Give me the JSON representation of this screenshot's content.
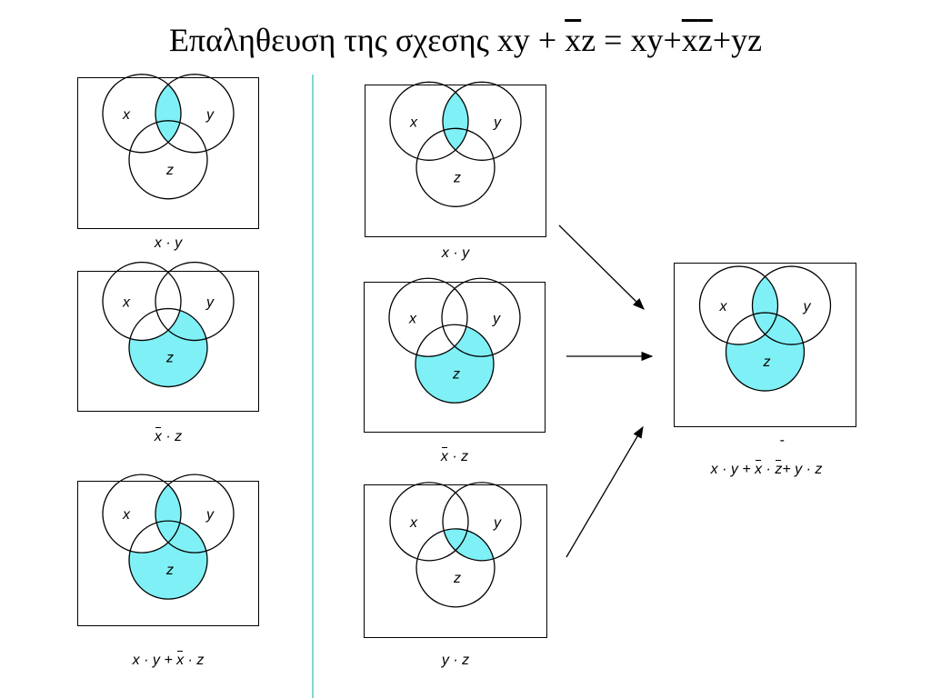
{
  "title": {
    "prefix": "Επαληθευση της σχεσης xy + ",
    "x_bar_1": "x",
    "mid1": "z = xy+",
    "x_bar_2": "x",
    "z_bar": "z",
    "suffix": "+yz"
  },
  "venn_labels": {
    "x": "x",
    "y": "y",
    "z": "z"
  },
  "colors": {
    "fill": "#7ff0f5",
    "stroke": "#000000",
    "divider": "#7fd8c8"
  },
  "panels": [
    {
      "id": "left-xy",
      "shaded": [
        "x·y"
      ],
      "caption": {
        "parts": [
          "x",
          " · y"
        ],
        "bar": []
      }
    },
    {
      "id": "left-xnz",
      "shaded": [
        "x'·z"
      ],
      "caption": {
        "parts": [
          "x",
          " · z"
        ],
        "bar": [
          0
        ]
      }
    },
    {
      "id": "left-sum",
      "shaded": [
        "x·y",
        "x'·z"
      ],
      "caption": {
        "parts": [
          "x · y + ",
          "x",
          " · z"
        ],
        "bar": [
          1
        ]
      }
    },
    {
      "id": "mid-xy",
      "shaded": [
        "x·y"
      ],
      "caption": {
        "parts": [
          "x",
          " · y"
        ],
        "bar": []
      }
    },
    {
      "id": "mid-xnz",
      "shaded": [
        "x'·z"
      ],
      "caption": {
        "parts": [
          "x",
          " · z"
        ],
        "bar": [
          0
        ]
      }
    },
    {
      "id": "mid-yz",
      "shaded": [
        "y·z"
      ],
      "caption": {
        "parts": [
          "y · z"
        ],
        "bar": []
      }
    },
    {
      "id": "result",
      "shaded": [
        "x·y",
        "x'·z"
      ],
      "caption": {
        "parts": [
          "x · y + ",
          "x",
          " · ",
          "z",
          "+ y · z"
        ],
        "bar": [
          1,
          3
        ]
      },
      "dash": "-"
    }
  ]
}
